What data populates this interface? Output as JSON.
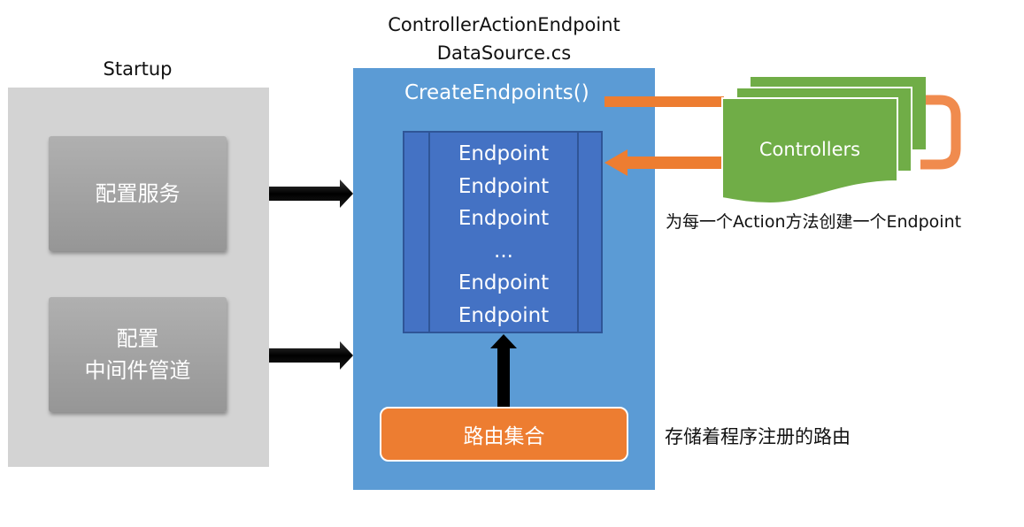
{
  "startup": {
    "title": "Startup",
    "boxes": [
      {
        "lines": [
          "配置服务"
        ]
      },
      {
        "lines": [
          "配置",
          "中间件管道"
        ]
      }
    ]
  },
  "datasource": {
    "title_line1": "ControllerActionEndpoint",
    "title_line2": "DataSource.cs",
    "method": "CreateEndpoints()",
    "endpoints": [
      "Endpoint",
      "Endpoint",
      "Endpoint",
      "...",
      "Endpoint",
      "Endpoint"
    ],
    "route_collection": "路由集合",
    "route_description": "存储着程序注册的路由"
  },
  "controllers": {
    "label": "Controllers",
    "description": "为每一个Action方法创建一个Endpoint"
  },
  "colors": {
    "startup_panel": "#d3d3d3",
    "gray_box": "#a3a3a3",
    "blue_panel": "#5b9bd5",
    "endpoint_list": "#4472c4",
    "endpoint_border": "#2f5597",
    "orange": "#ed7d31",
    "green": "#70ad47"
  }
}
